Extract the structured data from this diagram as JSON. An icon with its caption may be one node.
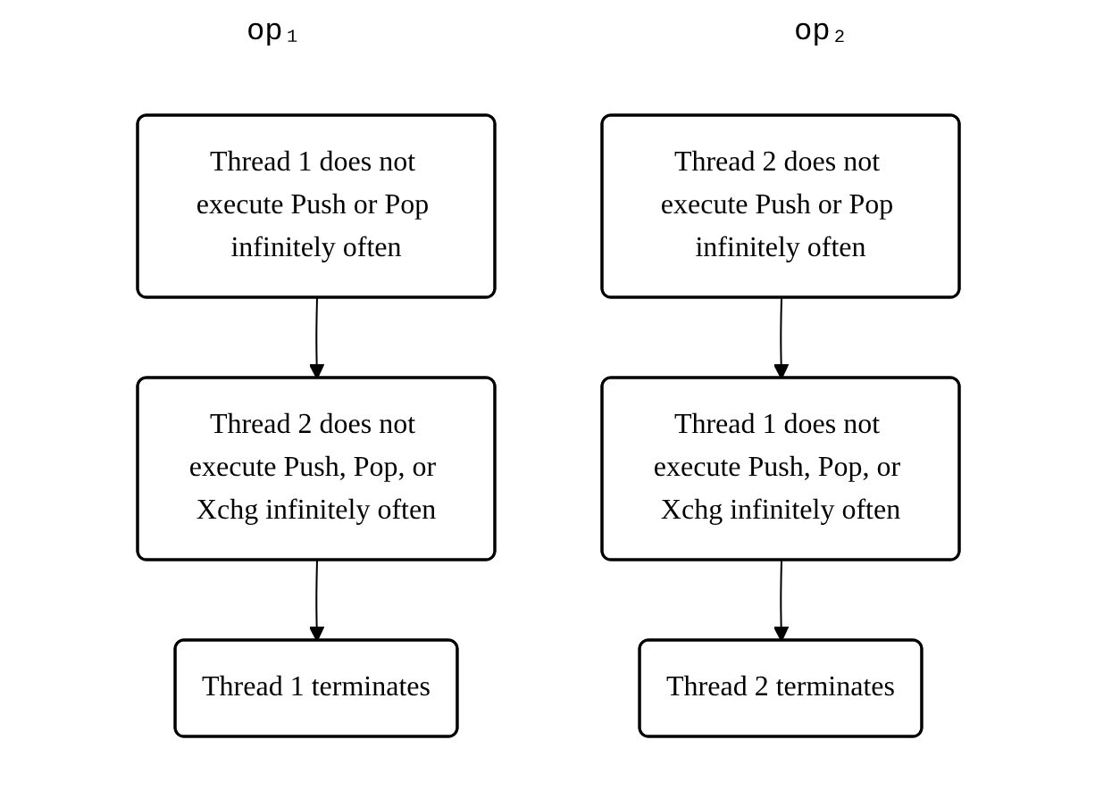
{
  "diagram": {
    "nodes": [
      {
        "text": [
          "Thread 1 does not execute Push or Pop infinitely often"
        ]
      },
      {
        "text": [
          "Thread 2 does not execute Push or Pop infinitely often"
        ]
      },
      {
        "text": [
          "Thread 1 does not execute Push, Pop, or Xchg infinitely often"
        ]
      },
      {
        "text": [
          "Thread 2 does not execute Push, Pop, or Xchg infinitely often"
        ]
      },
      {
        "text": [
          "Thread 1 terminates"
        ]
      },
      {
        "text": [
          "Thread 2 terminates"
        ]
      }
    ],
    "edges": [
      {
        "from": 0,
        "to": 3,
        "arrow": "to"
      },
      {
        "from": 1,
        "to": 2,
        "arrow": "to"
      },
      {
        "from": 2,
        "to": 5,
        "arrow": "to"
      },
      {
        "from": 3,
        "to": 4,
        "arrow": "to"
      }
    ],
    "labels": [
      "op₁",
      "op₂"
    ]
  }
}
